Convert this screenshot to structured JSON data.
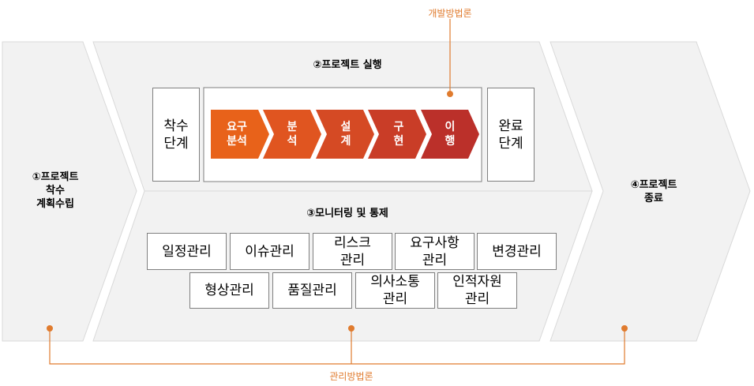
{
  "phases": {
    "p1": "①프로젝트\n착수\n계획수립",
    "p2_title": "②프로젝트 실행",
    "p3_title": "③모니터링 및 통제",
    "p4": "④프로젝트\n종료"
  },
  "execution": {
    "start": "착수\n단계",
    "end": "완료\n단계",
    "steps": [
      "요구\n분석",
      "분\n석",
      "설\n계",
      "구\n현",
      "이\n행"
    ],
    "colors": [
      "#e8621a",
      "#e05520",
      "#d54a24",
      "#c93d27",
      "#bb302a"
    ]
  },
  "management": {
    "row1": [
      "일정관리",
      "이슈관리",
      "리스크\n관리",
      "요구사항\n관리",
      "변경관리"
    ],
    "row2": [
      "형상관리",
      "품질관리",
      "의사소통\n관리",
      "인적자원\n관리"
    ]
  },
  "methods": {
    "development": "개발방법론",
    "management": "관리방법론"
  },
  "accent_color": "#e07b2e"
}
